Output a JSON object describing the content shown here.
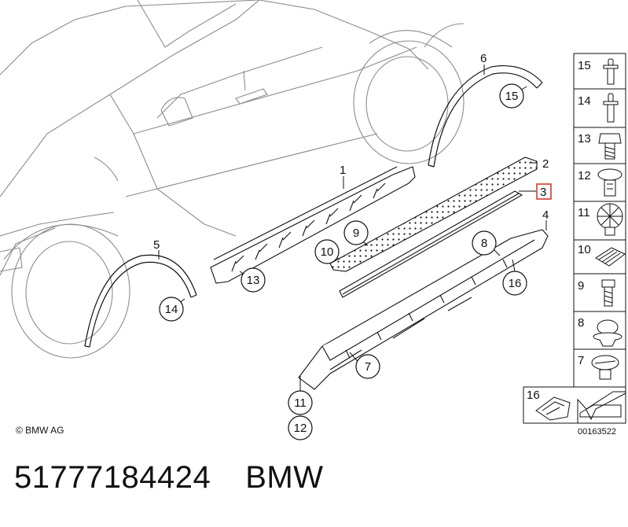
{
  "callouts_main": [
    {
      "label": "1",
      "circled": false
    },
    {
      "label": "2",
      "circled": false
    },
    {
      "label": "3",
      "circled": false,
      "highlighted": true
    },
    {
      "label": "4",
      "circled": false
    },
    {
      "label": "5",
      "circled": false
    },
    {
      "label": "6",
      "circled": false
    },
    {
      "label": "7",
      "circled": true
    },
    {
      "label": "8",
      "circled": true
    },
    {
      "label": "9",
      "circled": true
    },
    {
      "label": "10",
      "circled": true
    },
    {
      "label": "11",
      "circled": true
    },
    {
      "label": "12",
      "circled": true
    },
    {
      "label": "13",
      "circled": true
    },
    {
      "label": "14",
      "circled": true
    },
    {
      "label": "15",
      "circled": true
    },
    {
      "label": "16",
      "circled": true
    }
  ],
  "legend": {
    "items": [
      {
        "label": "15",
        "icon": "rivet-icon"
      },
      {
        "label": "14",
        "icon": "rivet-icon"
      },
      {
        "label": "13",
        "icon": "hex-bolt-icon"
      },
      {
        "label": "12",
        "icon": "expanding-rivet-icon"
      },
      {
        "label": "11",
        "icon": "spring-clip-icon"
      },
      {
        "label": "10",
        "icon": "clip-plate-icon"
      },
      {
        "label": "9",
        "icon": "screw-icon"
      },
      {
        "label": "8",
        "icon": "plastic-clip-icon"
      },
      {
        "label": "7",
        "icon": "spreading-nut-icon"
      },
      {
        "label": "16",
        "icon": "mounting-bracket-icon"
      }
    ]
  },
  "highlight_color": "#d62828",
  "copyright": "© BMW AG",
  "diagram_ref": "00163522",
  "part_number": "51777184424",
  "brand": "BMW"
}
